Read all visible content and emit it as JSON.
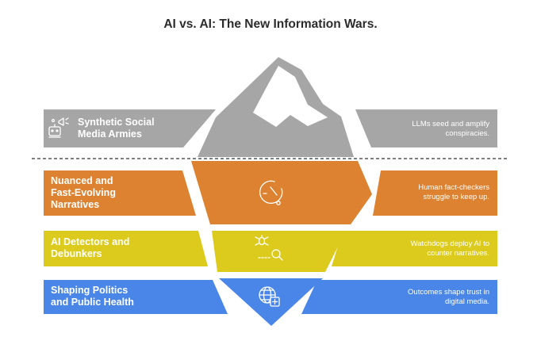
{
  "title": "AI vs. AI: The New Information Wars.",
  "colors": {
    "gray": "#a6a6a6",
    "orange": "#dc8230",
    "yellow": "#dccb1c",
    "blue": "#4a86e8",
    "background": "#ffffff"
  },
  "layers": [
    {
      "label": "Synthetic Social Media Armies",
      "label_lines": [
        "Synthetic Social",
        "Media Armies"
      ],
      "description_lines": [
        "LLMs seed and amplify",
        "conspiracies."
      ],
      "icon": "robot-megaphone-icon",
      "color": "#a6a6a6"
    },
    {
      "label": "Nuanced and Fast-Evolving Narratives",
      "label_lines": [
        "Nuanced and",
        "Fast-Evolving",
        "Narratives"
      ],
      "description_lines": [
        "Human fact-checkers",
        "struggle to keep up."
      ],
      "icon": "clock-speed-icon",
      "color": "#dc8230"
    },
    {
      "label": "AI Detectors and Debunkers",
      "label_lines": [
        "AI Detectors and",
        "Debunkers"
      ],
      "description_lines": [
        "Watchdogs deploy AI to",
        "counter narratives."
      ],
      "icon": "bug-magnifier-icon",
      "color": "#dccb1c"
    },
    {
      "label": "Shaping Politics and Public Health",
      "label_lines": [
        "Shaping Politics",
        "and Public Health"
      ],
      "description_lines": [
        "Outcomes shape trust in",
        "digital media."
      ],
      "icon": "globe-plus-icon",
      "color": "#4a86e8"
    }
  ]
}
